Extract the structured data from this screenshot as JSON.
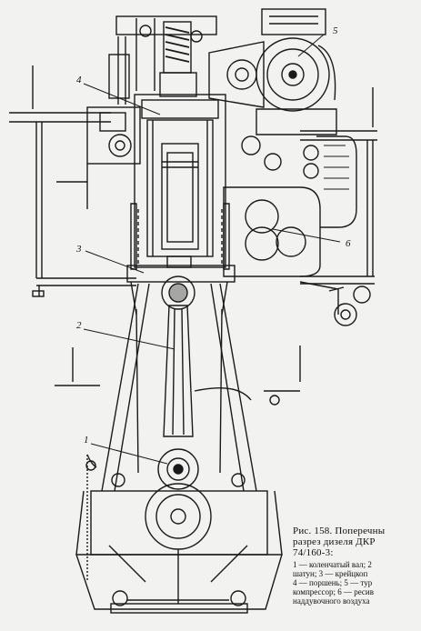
{
  "figure": {
    "callouts": [
      {
        "id": "c1",
        "text": "1"
      },
      {
        "id": "c2",
        "text": "2"
      },
      {
        "id": "c3",
        "text": "3"
      },
      {
        "id": "c4",
        "text": "4"
      },
      {
        "id": "c5",
        "text": "5"
      },
      {
        "id": "c6",
        "text": "6"
      }
    ],
    "caption": {
      "title_lines": [
        "Рис.  158.  Поперечны",
        "разрез  дизеля  ДКР",
        "74/160-3:"
      ],
      "legend_lines": [
        "1 — коленчатый вал; 2",
        "шатун; 3 — крейцкоп",
        "4 — поршень; 5 — тур",
        "компрессор; 6 — ресив",
        "наддувочного воздуха"
      ]
    },
    "colors": {
      "ink": "#1a1a1a",
      "paper": "#f2f2f0"
    }
  }
}
